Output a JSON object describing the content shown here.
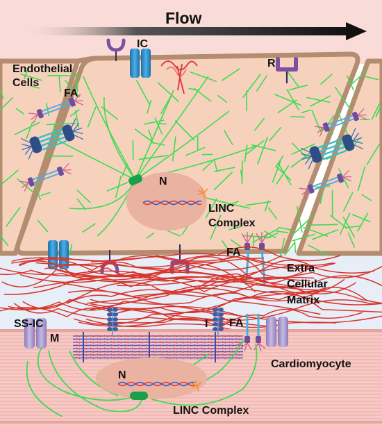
{
  "labels": {
    "flow": "Flow",
    "ic": "IC",
    "r": "R",
    "endothelial_line1": "Endothelial",
    "endothelial_line2": "Cells",
    "fa_top": "FA",
    "n_top": "N",
    "linc_line1": "LINC",
    "linc_line2": "Complex",
    "fa_mid": "FA",
    "ecm_line1": "Extra",
    "ecm_line2": "Cellular",
    "ecm_line3": "Matrix",
    "ss_ic": "SS-IC",
    "m": "M",
    "i": "I",
    "fa_bottom": "FA",
    "cardiomyocyte": "Cardiomyocyte",
    "n_bottom": "N",
    "linc_bottom": "LINC Complex"
  },
  "colors": {
    "endothelial_fill": "#f6d2bd",
    "membrane": "#b48d70",
    "nucleus": "#eab2a0",
    "cytoskeleton": "#3ddb52",
    "ecm_fibers": "#d8342a",
    "ecm_background": "#e7eef8",
    "cardiomyocyte_fill": "#f6c9c4",
    "ion_channel": "#2a8ccc",
    "receptor": "#7b4fa3",
    "sarcomere": "#6a6fd0",
    "linc": "#f0912e",
    "flow_arrow": "#111111"
  }
}
